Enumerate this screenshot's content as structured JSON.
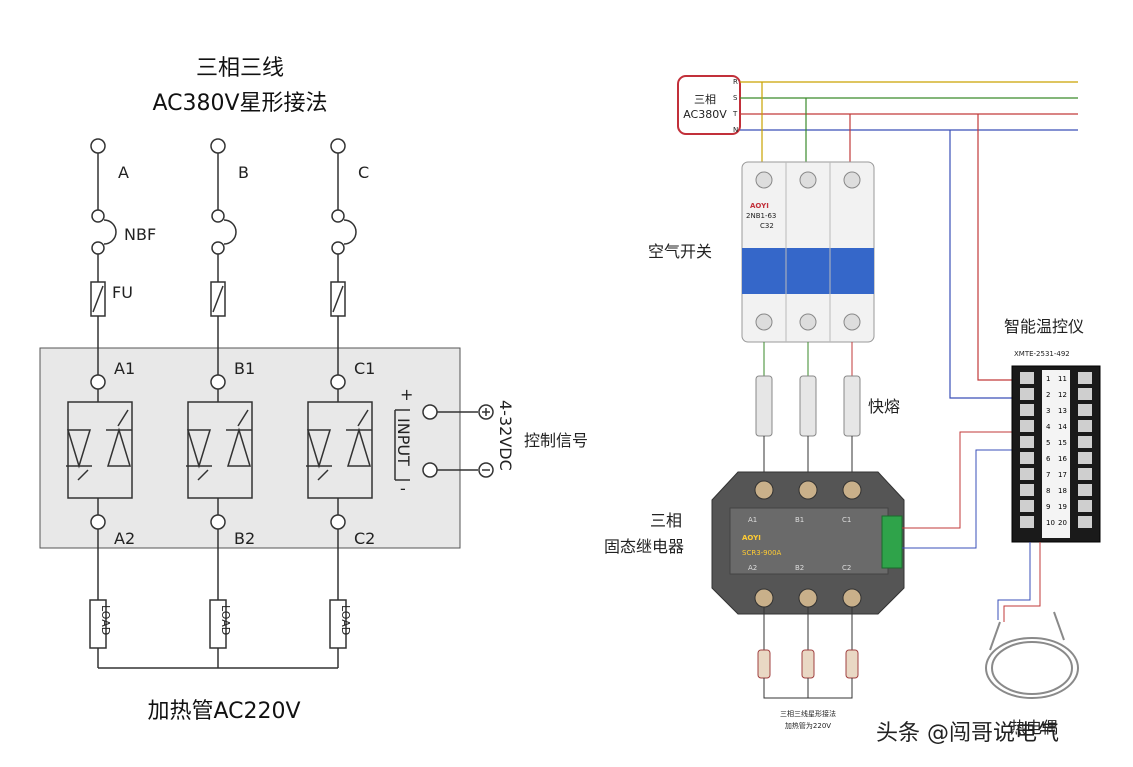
{
  "left": {
    "title_line1": "三相三线",
    "title_line2": "AC380V星形接法",
    "phases": [
      "A",
      "B",
      "C"
    ],
    "breaker_label": "NBF",
    "fuse_label": "FU",
    "ssr_inputs": [
      "A1",
      "B1",
      "C1"
    ],
    "ssr_outputs": [
      "A2",
      "B2",
      "C2"
    ],
    "input_label": "INPUT",
    "plus_sign": "+",
    "minus_sign": "-",
    "dc_range": "4-32VDC",
    "control_signal": "控制信号",
    "load_label": "LOAD",
    "bottom_label": "加热管AC220V"
  },
  "right": {
    "supply_line1": "三相",
    "supply_line2": "AC380V",
    "bus_labels": [
      "R",
      "S",
      "T",
      "N"
    ],
    "breaker_label": "空气开关",
    "breaker_brand": "AOYI",
    "breaker_model": "2NB1-63",
    "breaker_rating": "C32",
    "fuse_label": "快熔",
    "ssr_label_line1": "三相",
    "ssr_label_line2": "固态继电器",
    "ssr_brand": "AOYI",
    "ssr_model": "SCR3-900A",
    "ssr_terms_top": [
      "A1",
      "B1",
      "C1"
    ],
    "ssr_terms_bottom": [
      "A2",
      "B2",
      "C2"
    ],
    "controller_label": "智能温控仪",
    "controller_model": "XMTE-2531-492",
    "controller_left_nums": [
      "1",
      "2",
      "3",
      "4",
      "5",
      "6",
      "7",
      "8",
      "9",
      "10"
    ],
    "controller_right_nums": [
      "11",
      "12",
      "13",
      "14",
      "15",
      "16",
      "17",
      "18",
      "19",
      "20"
    ],
    "heater_caption_line1": "三相三线星形接法",
    "heater_caption_line2": "加热管为220V",
    "sensor_label": "热电偶"
  },
  "watermark": "头条 @闯哥说电气",
  "colors": {
    "bus_R": "#c9a200",
    "bus_S": "#3a8a2a",
    "bus_T": "#c23a3a",
    "bus_N": "#3a4fb8",
    "supply_box": "#c2303a",
    "ssr_box_fill": "#e8e8e8",
    "wire": "#333333",
    "breaker_blue": "#3567c9",
    "terminal_green": "#2fa34a"
  }
}
